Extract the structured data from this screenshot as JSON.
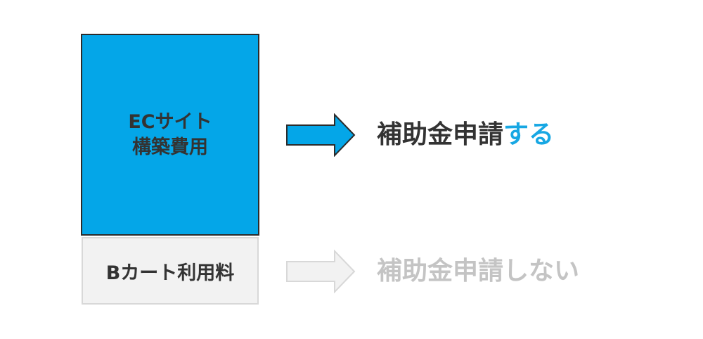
{
  "colors": {
    "accent_box": "#04a6e8",
    "accent_text": "#17a7e3",
    "text_dark": "#333333",
    "text_muted": "#c4c4c4",
    "box_light": "#f2f2f2",
    "arrow_muted_fill": "#f2f2f2",
    "arrow_muted_stroke": "#d8d8d8"
  },
  "ec_box": {
    "line1": "ECサイト",
    "line2": "構築費用"
  },
  "cart_box": {
    "label": "Bカート利用料"
  },
  "outcome_yes": {
    "prefix": "補助金申請",
    "suffix": "する"
  },
  "outcome_no": {
    "text": "補助金申請しない"
  }
}
